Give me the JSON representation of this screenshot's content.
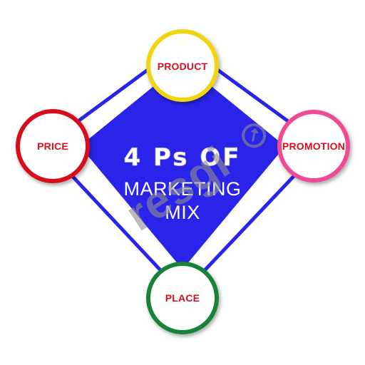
{
  "diagram": {
    "center": {
      "title": "4 Ps OF",
      "line2": "MARKETING",
      "line3": "MIX"
    },
    "nodes": [
      {
        "id": "product",
        "label": "PRODUCT",
        "ring_color": "#f2d60f"
      },
      {
        "id": "price",
        "label": "PRICE",
        "ring_color": "#d8101c"
      },
      {
        "id": "promotion",
        "label": "PROMOTION",
        "ring_color": "#ee4c95"
      },
      {
        "id": "place",
        "label": "PLACE",
        "ring_color": "#128336"
      }
    ],
    "colors": {
      "diamond_fill": "#2a24ea",
      "outline": "#2a24ea",
      "label_text": "#d8101c",
      "center_text": "#ffffff"
    }
  },
  "watermark": {
    "text": "resgi"
  }
}
